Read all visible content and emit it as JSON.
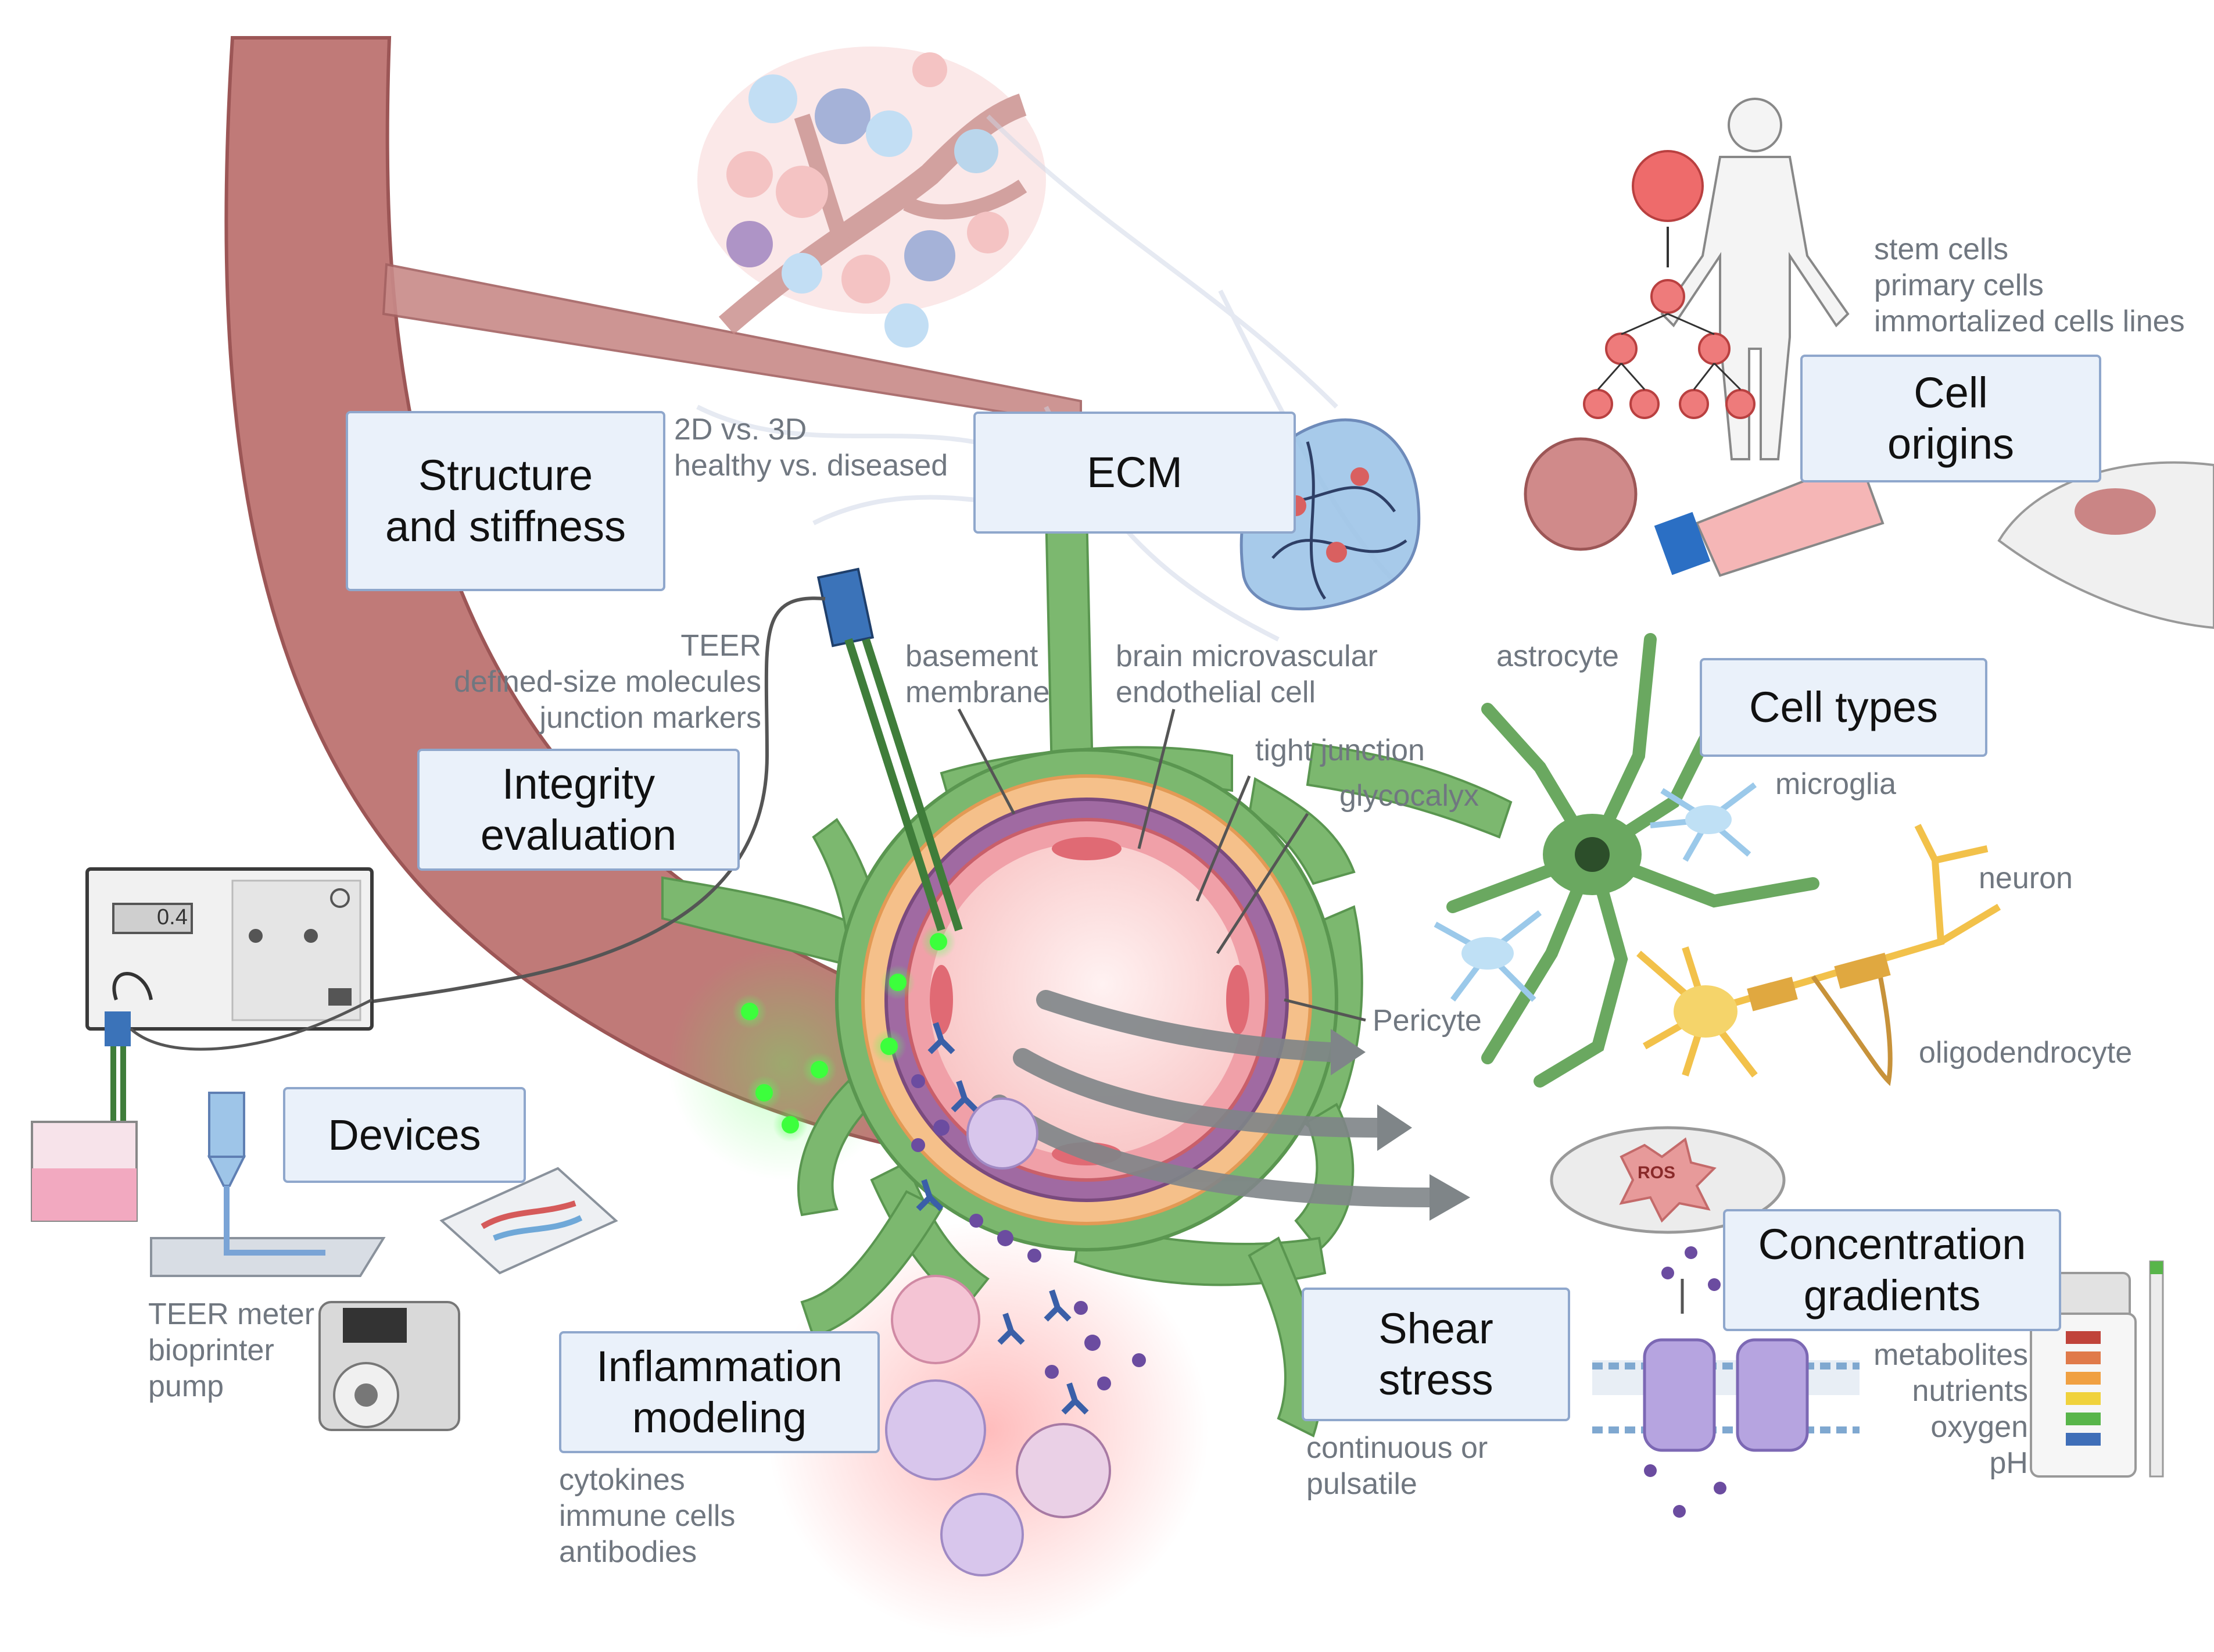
{
  "boxes": {
    "structure": "Structure\nand stiffness",
    "ecm": "ECM",
    "cell_origins": "Cell\norigins",
    "cell_types": "Cell types",
    "integrity": "Integrity\nevaluation",
    "devices": "Devices",
    "inflammation": "Inflammation\nmodeling",
    "shear": "Shear\nstress",
    "gradients": "Concentration\ngradients"
  },
  "labels": {
    "structure_notes": [
      "2D vs. 3D",
      "healthy vs. diseased"
    ],
    "integrity_notes": [
      "TEER",
      "defined-size molecules",
      "junction markers"
    ],
    "basement_membrane": [
      "basement",
      "membrane"
    ],
    "endothelial": [
      "brain microvascular",
      "endothelial cell"
    ],
    "tight_junction": "tight junction",
    "glycocalyx": "glycocalyx",
    "pericyte": "Pericyte",
    "astrocyte": "astrocyte",
    "microglia": "microglia",
    "neuron": "neuron",
    "oligodendrocyte": "oligodendrocyte",
    "cell_origin_notes": [
      "stem cells",
      "primary cells",
      "immortalized cells lines"
    ],
    "device_notes": [
      "TEER meter",
      "bioprinter",
      "pump"
    ],
    "inflammation_notes": [
      "cytokines",
      "immune cells",
      "antibodies"
    ],
    "shear_notes": [
      "continuous or",
      "pulsatile"
    ],
    "gradient_notes": [
      "metabolites",
      "nutrients",
      "oxygen",
      "pH"
    ],
    "teer_display": "0.4",
    "ros": "ROS"
  },
  "colors": {
    "vessel": "#c27a7a",
    "astrocyte_green": "#7cb86f",
    "box_fill": "#eaf1fa",
    "box_border": "#8fa7cc",
    "lumen": "#fbd3d3",
    "pericyte_purple": "#9a5a94",
    "glow_green": "#3cff3c"
  }
}
